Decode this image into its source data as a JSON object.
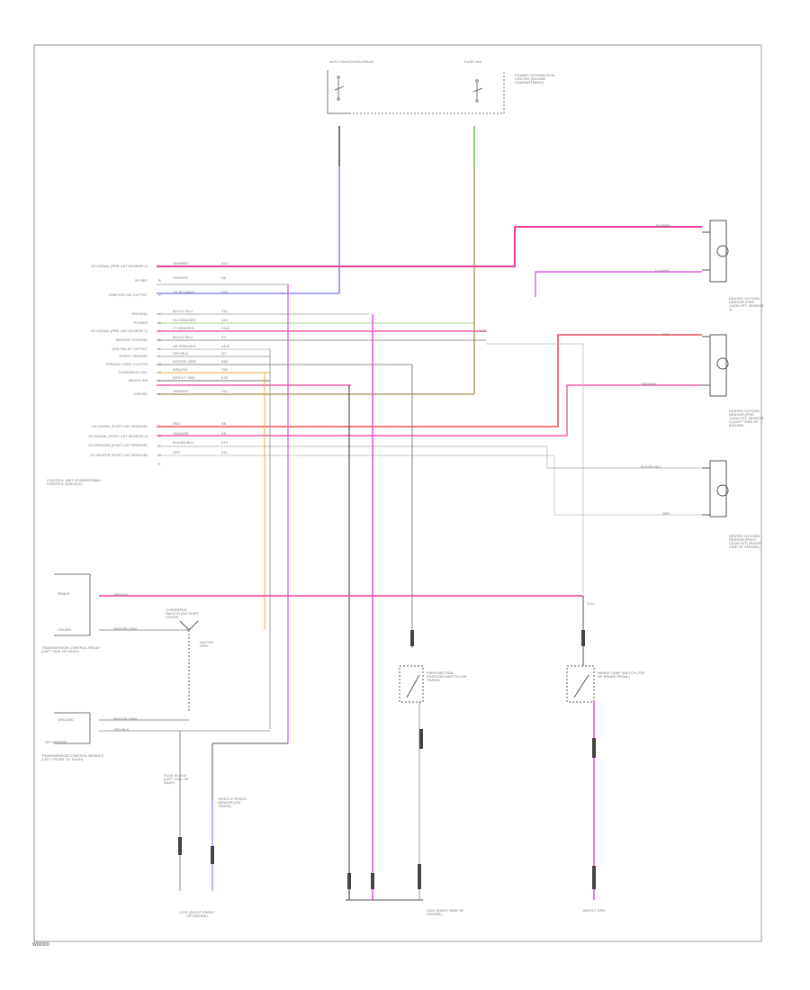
{
  "figure_id": "W00000",
  "colors": {
    "pink": "#ee3f9a",
    "magenta": "#e25ce0",
    "red": "#ee2a3b",
    "blue": "#6d6ff2",
    "tan": "#b9a26c",
    "orange": "#f0a843",
    "green": "#9bd086",
    "gray": "#8a8a8a",
    "black": "#303030",
    "lightgray": "#cfcfcf"
  },
  "pcm_pins": [
    {
      "name": "O2 SIGNAL (PRE-CAT SENSOR 1)",
      "pin": "F",
      "wire": "TAN/RED",
      "circuit": "K41"
    },
    {
      "name": "5V REF",
      "pin": "B",
      "wire": "VIO/WHT",
      "circuit": "K6"
    },
    {
      "name": "IGNITION SW OUTPUT",
      "pin": "C",
      "wire": "DK BLU/WHT",
      "circuit": "F20"
    },
    {
      "name": "GROUND",
      "pin": "A",
      "wire": "BLK/LT BLU",
      "circuit": "Z12"
    },
    {
      "name": "POWER",
      "pin": "B",
      "wire": "DK GRN/ORG",
      "circuit": "A14"
    },
    {
      "name": "O2 SIGNAL (PRE-CAT SENSOR 2)",
      "pin": "C",
      "wire": "LT GRN/RED",
      "circuit": "K141"
    },
    {
      "name": "SENSOR GROUND",
      "pin": "D",
      "wire": "BLK/LT BLU",
      "circuit": "K4"
    },
    {
      "name": "ASD RELAY OUTPUT",
      "pin": "E",
      "wire": "DK GRN/ORG",
      "circuit": "A142"
    },
    {
      "name": "SPEED SENSOR",
      "pin": "F",
      "wire": "GRY/BLK",
      "circuit": "G7"
    },
    {
      "name": "TORQUE CONV CLUTCH",
      "pin": "G",
      "wire": "WHT/DK GRN",
      "circuit": "K54"
    },
    {
      "name": "OVERDRIVE SOL",
      "pin": "H",
      "wire": "BRN/YEL",
      "circuit": "T60"
    },
    {
      "name": "BRAKE SW",
      "pin": "J",
      "wire": "WHT/LT GRN",
      "circuit": "K29"
    },
    {
      "name": "CRUISE",
      "pin": "K",
      "wire": "TAN/WHT",
      "circuit": "V37"
    }
  ],
  "pcm_pins2": [
    {
      "name": "O2 SIGNAL (POST-CAT SENSOR)",
      "pin": "A",
      "wire": "RED",
      "circuit": "K8"
    },
    {
      "name": "O2 SIGNAL (POST-CAT SENSOR 2)",
      "pin": "B",
      "wire": "TAN/WHT",
      "circuit": "K9"
    },
    {
      "name": "O2 GROUND (POST-CAT SENSOR)",
      "pin": "C",
      "wire": "BLK/DK BLU",
      "circuit": "K10"
    },
    {
      "name": "O2 HEATER (POST-CAT SENSOR)",
      "pin": "D",
      "wire": "GRY",
      "circuit": "K11"
    },
    {
      "name": "",
      "pin": "E",
      "wire": "",
      "circuit": ""
    }
  ],
  "pcm_label": "CONTROL UNIT (POWERTRAIN CONTROL MODULE)",
  "asd_relay": {
    "label": "AUTO SHUTDOWN RELAY"
  },
  "ign_fuse": {
    "label": "FUSE 15A"
  },
  "fuse_ref": "POWER DISTRIBUTION CENTER (ENGINE COMPARTMENT)",
  "o2_sensor_1": {
    "label": "HEATED OXYGEN SENSOR (PRE-CATALYST, SENSOR 1)",
    "wire_top": "TAN/RED",
    "wire_bot": "VIO/WHT"
  },
  "o2_sensor_2": {
    "label": "HEATED OXYGEN SENSOR (PRE-CATALYST, SENSOR 2) (LEFT SIDE OF ENGINE)",
    "wire_top": "RED",
    "wire_bot": "TAN/WHT"
  },
  "o2_sensor_3": {
    "label": "HEATED OXYGEN SENSOR (POST-CATALYST) (RIGHT SIDE OF ENGINE)",
    "wire_top": "BLK/DK BLU",
    "wire_bot": "GRY"
  },
  "trans_control": {
    "label": "TRANSMISSION CONTROL RELAY (LEFT SIDE OF DASH)",
    "wire1": "BRN/YEL",
    "wire2": "WHT/DK GRN",
    "tag1": "BRAKE",
    "tag2": "CRUISE"
  },
  "trans_module": {
    "label": "TRANSMISSION CONTROL MODULE (LEFT FRONT OF DASH)",
    "wire1": "WHT/DK GRN",
    "wire2": "GRY/BLK",
    "tag1": "GROUND",
    "tag2": "OD SENSOR"
  },
  "od_switch": {
    "label": "OVERDRIVE SWITCH (ON SHIFT LEVER)",
    "wire": "WHT/DK GRN"
  },
  "park_neutral": {
    "label": "PARK/NEUTRAL POSITION SWITCH (ON TRANS)",
    "wire": "GRY/BLK"
  },
  "brake_switch": {
    "label": "BRAKE LAMP SWITCH (TOP OF BRAKE PEDAL)",
    "wire": "WHT/LT GRN"
  },
  "fuse_block": {
    "label": "FUSE BLOCK (LEFT END OF DASH)"
  },
  "speed_sensor": {
    "label": "VEHICLE SPEED SENSOR (ON TRANS)"
  },
  "ground_g": {
    "label": "G101 (RIGHT FRONT OF ENGINE)"
  },
  "ground_s": {
    "label": "S101 (RIGHT SIDE OF ENGINE)"
  },
  "splice_label": "S172",
  "brake_splice_label": "S111"
}
